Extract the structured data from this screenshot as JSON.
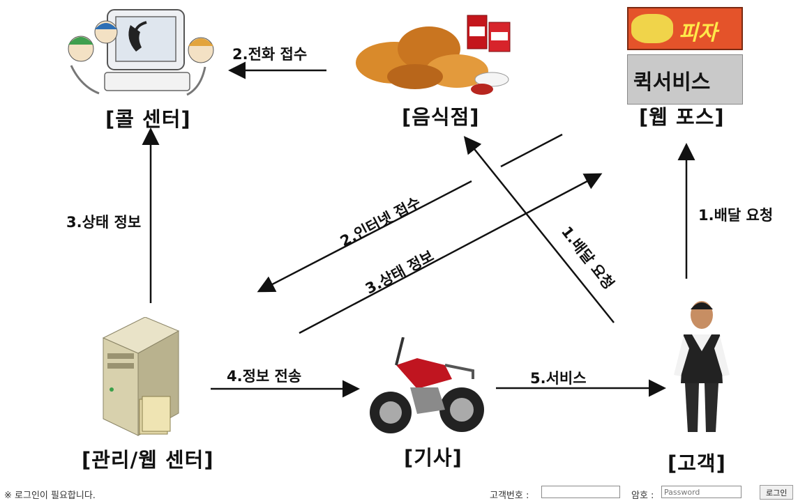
{
  "nodes": {
    "call_center": "[콜 센터]",
    "restaurant": "[음식점]",
    "web_pos": "[웹 포스]",
    "web_pos_sign_top": "피자",
    "web_pos_sign_bottom": "퀵서비스",
    "management_center": "[관리/웹 센터]",
    "rider": "[기사]",
    "customer": "[고객]"
  },
  "edges": {
    "phone_received": "2.전화 접수",
    "status_info_left": "3.상태 정보",
    "internet_received": "2.인터넷 접수",
    "status_info_diag": "3.상태 정보",
    "delivery_request_diag": "1.배달 요청",
    "delivery_request_right": "1.배달 요청",
    "info_transfer": "4.정보 전송",
    "service": "5.서비스"
  },
  "footer": {
    "notice": "※ 로그인이 필요합니다.",
    "customer_number_label": "고객번호 :",
    "customer_number_value": "",
    "password_label": "암호 :",
    "password_placeholder": "Password",
    "login_button": "로그인"
  }
}
